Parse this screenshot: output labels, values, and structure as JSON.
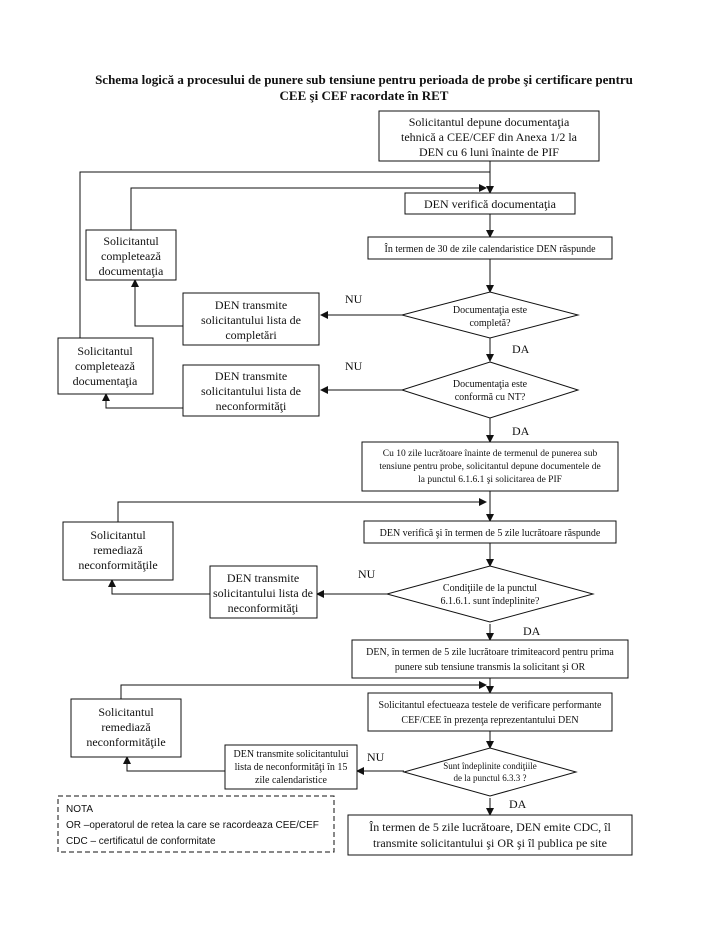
{
  "title": {
    "line1": "Schema logică a procesului de punere sub tensiune pentru perioada de probe şi certificare pentru",
    "line2": "CEE şi CEF racordate în RET"
  },
  "nodes": {
    "n1": [
      "Solicitantul depune documentaţia",
      "tehnică a CEE/CEF din Anexa 1/2 la",
      "DEN cu 6 luni înainte de PIF"
    ],
    "n2": [
      "DEN verifică documentaţia"
    ],
    "n3": [
      "În termen de 30 de zile calendaristice DEN răspunde"
    ],
    "d1": [
      "Documentaţia este",
      "completă?"
    ],
    "nu1": [
      "DEN transmite",
      "solicitantului lista de",
      "completări"
    ],
    "sc1": [
      "Solicitantul",
      "completează",
      "documentaţia"
    ],
    "d2": [
      "Documentaţia este",
      "conformă cu NT?"
    ],
    "nu2": [
      "DEN transmite",
      "solicitantului lista de",
      "neconformităţi"
    ],
    "sc2": [
      "Solicitantul",
      "completează",
      "documentaţia"
    ],
    "n4": [
      "Cu 10 zile lucrătoare înainte de termenul de punerea sub",
      "tensiune pentru probe, solicitantul depune documentele de",
      "la punctul 6.1.6.1 şi solicitarea de PIF"
    ],
    "n5": [
      "DEN verifică şi în termen de 5 zile lucrătoare răspunde"
    ],
    "d3": [
      "Condiţiile de la punctul",
      "6.1.6.1. sunt îndeplinite?"
    ],
    "nu3": [
      "DEN transmite",
      "solicitantului lista de",
      "neconformităţi"
    ],
    "sr1": [
      "Solicitantul",
      "remediază",
      "neconformităţile"
    ],
    "n6": [
      "DEN, în termen de 5 zile lucrătoare trimiteacord pentru prima",
      "punere sub tensiune transmis la solicitant şi OR"
    ],
    "n7": [
      "Solicitantul efectueaza testele de verificare performante",
      "CEF/CEE în prezenţa reprezentantului DEN"
    ],
    "d4": [
      "Sunt îndeplinite condiţiile",
      "de la punctul 6.3.3 ?"
    ],
    "nu4": [
      "DEN transmite solicitantului",
      "lista de neconformităţi în 15",
      "zile calendaristice"
    ],
    "sr2": [
      "Solicitantul",
      "remediază",
      "neconformităţile"
    ],
    "n8": [
      "În termen de 5 zile lucrătoare, DEN emite CDC, îl",
      "transmite solicitantului şi OR şi îl publica pe site"
    ]
  },
  "labels": {
    "nu": "NU",
    "da": "DA"
  },
  "nota": {
    "heading": "NOTA",
    "lines": [
      "OR –operatorul de retea la care se racordeaza CEE/CEF",
      "CDC – certificatul de conformitate"
    ]
  }
}
